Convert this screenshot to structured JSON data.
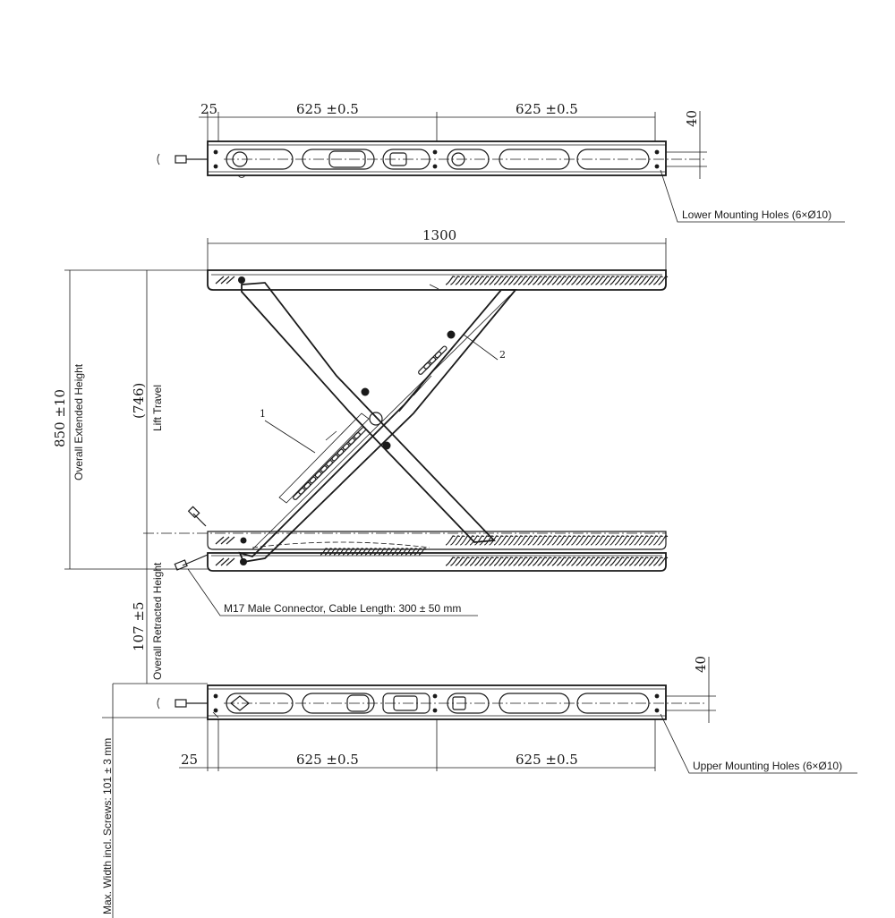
{
  "dimensions": {
    "top_left_offset": "25",
    "top_span_left": "625  ±0.5",
    "top_span_right": "625  ±0.5",
    "top_height": "40",
    "overall_length": "1300",
    "extended_height": "850  ±10",
    "lift_travel_value": "(746)",
    "retracted_height": "107  ±5",
    "bottom_left_offset": "25",
    "bottom_span_left": "625  ±0.5",
    "bottom_span_right": "625  ±0.5",
    "bottom_height": "40"
  },
  "labels": {
    "lower_mounting_holes": "Lower Mounting Holes (6×Ø10)",
    "upper_mounting_holes": "Upper Mounting Holes (6×Ø10)",
    "overall_extended_height": "Overall Extended Height",
    "lift_travel": "Lift Travel",
    "overall_retracted_height": "Overall Retracted Height",
    "connector": "M17 Male Connector, Cable Length: 300 ± 50 mm",
    "max_width": "Max. Width incl. Screws: 101 ± 3 mm"
  },
  "callouts": {
    "part_1": "1",
    "part_2": "2"
  }
}
